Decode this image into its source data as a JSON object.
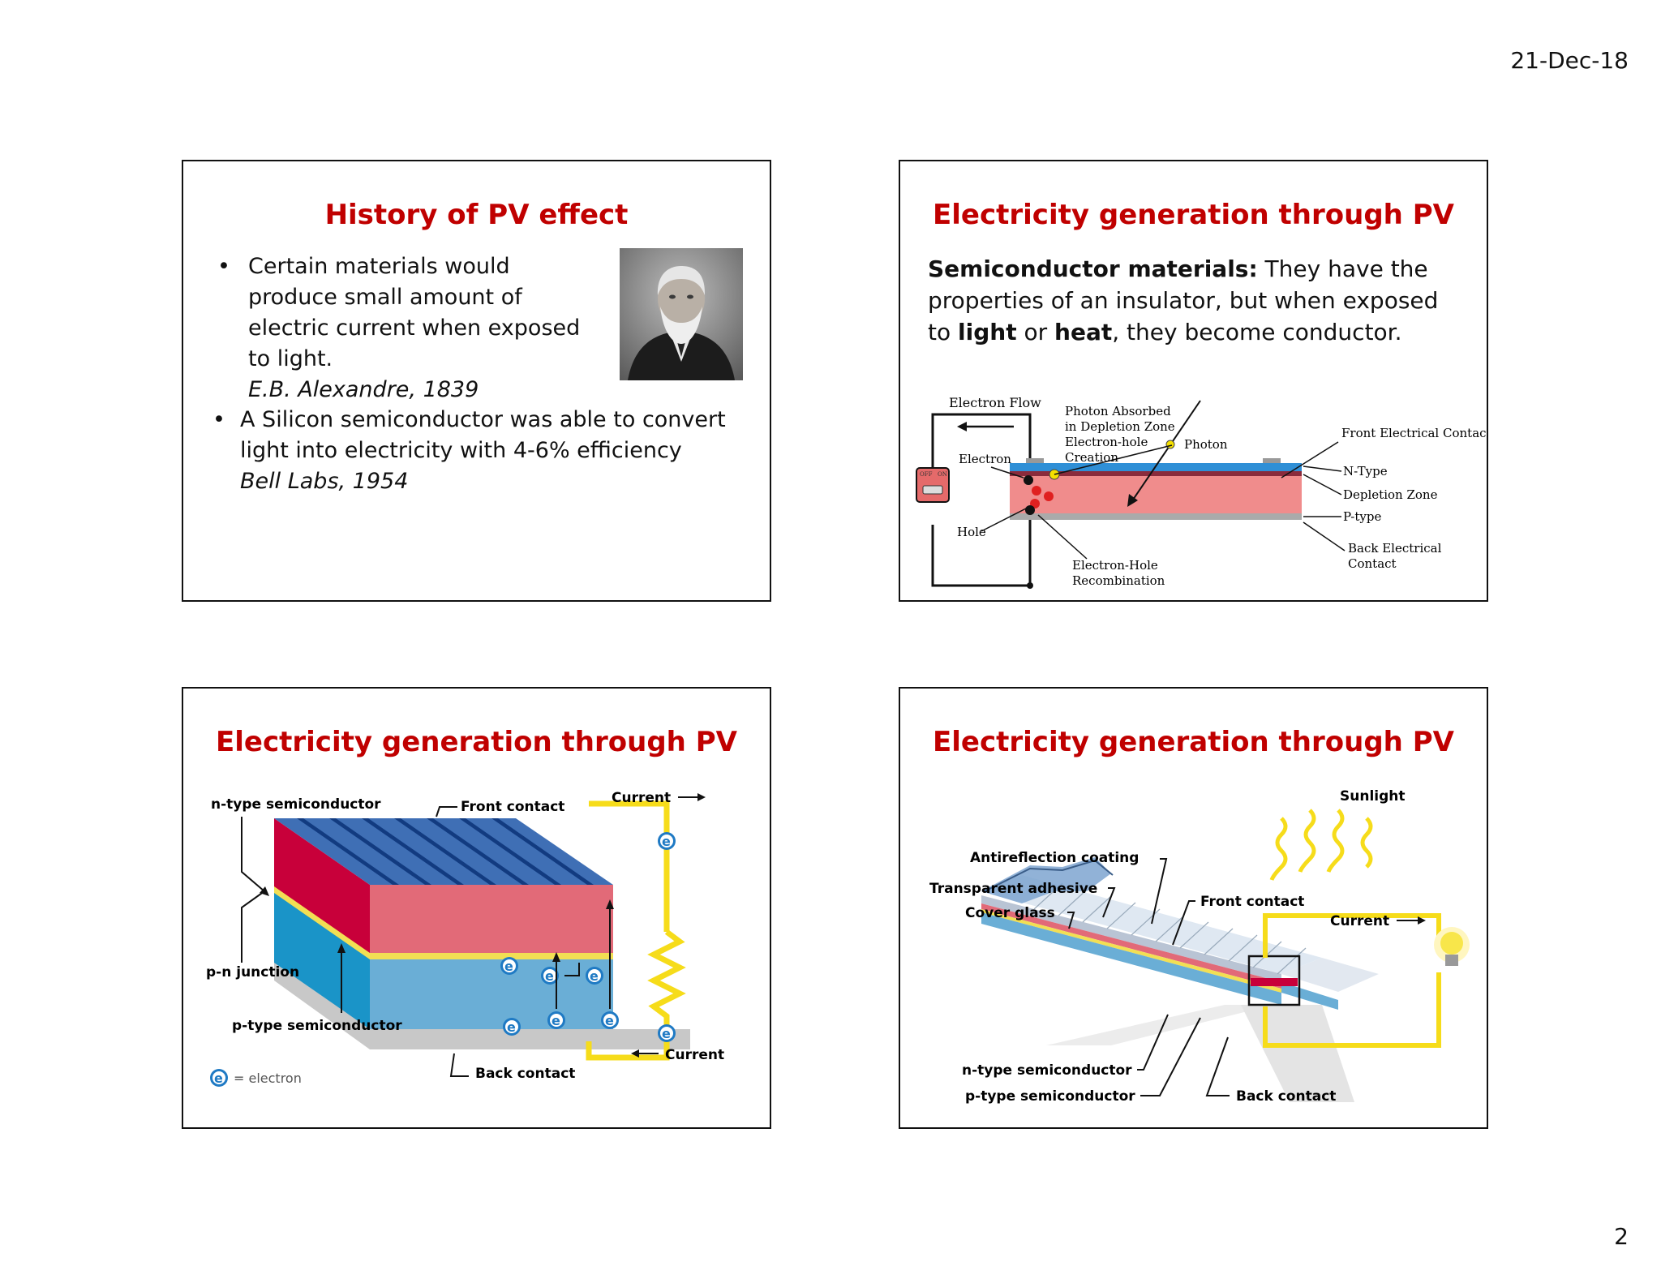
{
  "header": {
    "date": "21-Dec-18"
  },
  "footer": {
    "page_number": "2"
  },
  "slide1": {
    "title": "History of PV effect",
    "bullet1": {
      "text": "Certain materials would produce small amount of electric current when exposed to light.",
      "source": "E.B. Alexandre, 1839"
    },
    "bullet2": {
      "text": "A Silicon semiconductor was able to convert light into electricity with 4-6% efficiency",
      "source": "Bell Labs, 1954"
    }
  },
  "slide2": {
    "title": "Electricity generation through PV",
    "lead_bold": "Semiconductor materials:",
    "lead_text": " They have the properties of an insulator, but when exposed to ",
    "word_light": "light",
    "word_or": " or ",
    "word_heat": "heat",
    "tail": ", they become conductor.",
    "diagram": {
      "electron_flow": "Electron Flow",
      "photon_absorbed_1": "Photon Absorbed",
      "photon_absorbed_2": "in Depletion Zone",
      "photon_absorbed_3": "Electron-hole",
      "photon_absorbed_4": "Creation",
      "photon": "Photon",
      "electron": "Electron",
      "hole": "Hole",
      "recomb_1": "Electron-Hole",
      "recomb_2": "Recombination",
      "front_contact": "Front Electrical Contact",
      "n_type": "N-Type",
      "depletion": "Depletion Zone",
      "p_type": "P-type",
      "back_contact_1": "Back Electrical",
      "back_contact_2": "Contact",
      "switch_off": "OFF",
      "switch_on": "ON"
    }
  },
  "slide3": {
    "title": "Electricity generation through PV",
    "diagram": {
      "n_type": "n-type semiconductor",
      "front_contact": "Front contact",
      "current_top": "Current",
      "pn_junction": "p-n junction",
      "p_type": "p-type semiconductor",
      "back_contact": "Back contact",
      "current_bottom": "Current",
      "electron_symbol": "e",
      "legend": "= electron"
    }
  },
  "slide4": {
    "title": "Electricity generation through PV",
    "diagram": {
      "sunlight": "Sunlight",
      "antireflection": "Antireflection coating",
      "adhesive": "Transparent adhesive",
      "cover_glass": "Cover glass",
      "front_contact": "Front contact",
      "current": "Current",
      "n_type": "n-type semiconductor",
      "p_type": "p-type semiconductor",
      "back_contact": "Back contact"
    }
  }
}
